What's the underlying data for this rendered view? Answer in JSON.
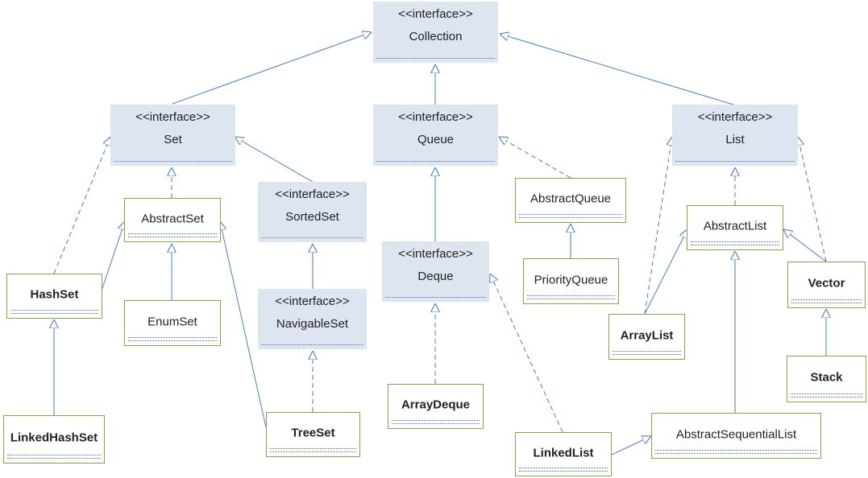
{
  "interface_label": "<<interface>>",
  "nodes": {
    "collection": "Collection",
    "set": "Set",
    "queue": "Queue",
    "list": "List",
    "sorted_set": "SortedSet",
    "navigable_set": "NavigableSet",
    "deque": "Deque",
    "abstract_set": "AbstractSet",
    "abstract_queue": "AbstractQueue",
    "abstract_list": "AbstractList",
    "hash_set": "HashSet",
    "enum_set": "EnumSet",
    "linked_hash_set": "LinkedHashSet",
    "tree_set": "TreeSet",
    "priority_queue": "PriorityQueue",
    "array_deque": "ArrayDeque",
    "linked_list": "LinkedList",
    "array_list": "ArrayList",
    "vector": "Vector",
    "stack": "Stack",
    "abstract_sequential_list": "AbstractSequentialList"
  },
  "colors": {
    "interface_fill": "#dde5f1",
    "class_border": "#8aa04a",
    "connector": "#4a7ebb"
  }
}
